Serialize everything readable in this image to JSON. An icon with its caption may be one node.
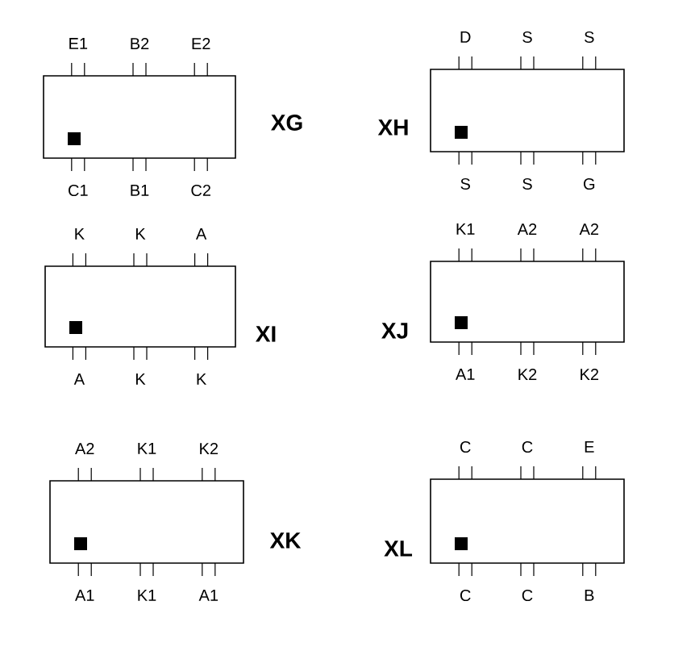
{
  "diagram": {
    "nodes": [
      {
        "text": [],
        "shape": "box",
        "beside": [
          "XG",
          "E1",
          "B2",
          "E2",
          "C1",
          "B1",
          "C2"
        ]
      },
      {
        "text": [],
        "shape": "box",
        "beside": [
          "XH",
          "D",
          "S",
          "S",
          "S",
          "S",
          "G"
        ]
      },
      {
        "text": [],
        "shape": "box",
        "beside": [
          "XI",
          "K",
          "K",
          "A",
          "A",
          "K",
          "K"
        ]
      },
      {
        "text": [],
        "shape": "box",
        "beside": [
          "XJ",
          "K1",
          "A2",
          "A2",
          "A1",
          "K2",
          "K2"
        ]
      },
      {
        "text": [],
        "shape": "box",
        "beside": [
          "XK",
          "A2",
          "K1",
          "K2",
          "A1",
          "K1",
          "A1"
        ]
      },
      {
        "text": [],
        "shape": "box",
        "beside": [
          "XL",
          "C",
          "C",
          "E",
          "C",
          "C",
          "B"
        ]
      }
    ]
  }
}
